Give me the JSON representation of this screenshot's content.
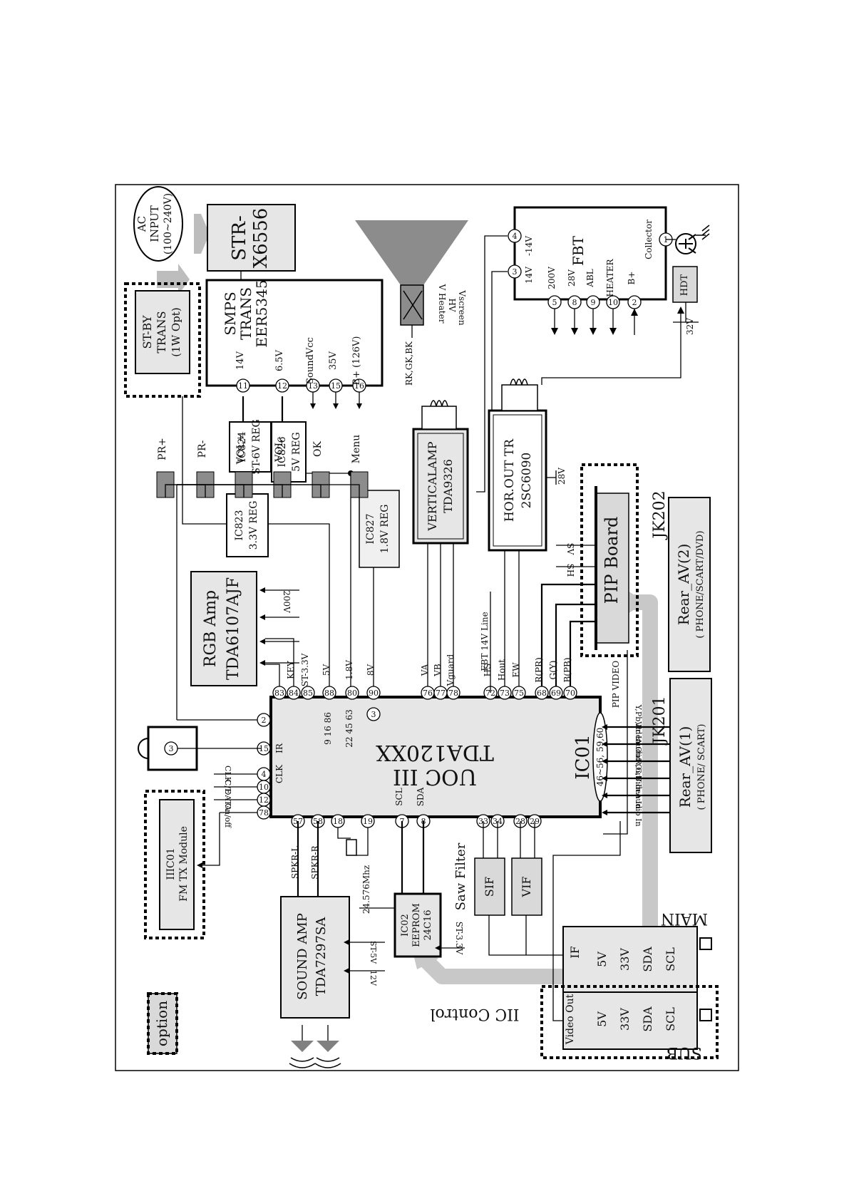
{
  "ac_input": {
    "line1": "AC",
    "line2": "INPUT",
    "line3": "(100~240V)"
  },
  "stby_trans": {
    "line1": "ST-BY",
    "line2": "TRANS",
    "line3": "(1W Opt)"
  },
  "str": {
    "line1": "STR-",
    "line2": "X6556"
  },
  "smps": {
    "line1": "SMPS",
    "line2": "TRANS",
    "line3": "EER5345",
    "outputs": [
      {
        "pin": "11",
        "label": "14V"
      },
      {
        "pin": "12",
        "label": "6.5V"
      },
      {
        "pin": "13",
        "label": "SoundVcc"
      },
      {
        "pin": "15",
        "label": "35V"
      },
      {
        "pin": "16",
        "label": "B+ (126V)"
      }
    ]
  },
  "crt": {
    "label_heater": "V Heater",
    "label_hv": "HV",
    "label_vscreen": "Vscreen",
    "label_rgb": "RK,GK,BK"
  },
  "fbt": {
    "title": "FBT",
    "pin4": "4",
    "lbl4": "-14V",
    "pin3": "3",
    "lbl3": "14V",
    "collector": "Collector",
    "pin1": "1",
    "pins": [
      {
        "pin": "5",
        "label": "200V"
      },
      {
        "pin": "8",
        "label": "28V"
      },
      {
        "pin": "9",
        "label": "ABL"
      },
      {
        "pin": "10",
        "label": "HEATER"
      },
      {
        "pin": "2",
        "label": "B+"
      }
    ]
  },
  "hdt": {
    "label": "HDT",
    "v32": "32V"
  },
  "regs": {
    "ic824_a": "IC824",
    "ic824_b": "ST-6V REG",
    "ic826_a": "IC826",
    "ic826_b": "5V REG",
    "ic823_a": "IC823",
    "ic823_b": "3.3V REG",
    "ic827_a": "IC827",
    "ic827_b": "1.8V REG"
  },
  "vert": {
    "line1": "VERTICALAMP",
    "line2": "TDA9326"
  },
  "hor": {
    "line1": "HOR.OUT TR",
    "line2": "2SC6090",
    "v28": "28V"
  },
  "keys": [
    "PR+",
    "PR-",
    "VOL+",
    "VOL-",
    "OK",
    "Menu"
  ],
  "rgb": {
    "line1": "RGB Amp",
    "line2": "TDA6107AJF",
    "v200": "200V"
  },
  "pip": {
    "label": "PIP Board",
    "sv": "SV",
    "sh": "SH",
    "pip_video": "PIP VIDEO"
  },
  "uoc": {
    "line1": "UOC III",
    "line2": "TDA120XX",
    "ic01": "IC01"
  },
  "uoc_top_pins": [
    {
      "pin": "83",
      "label": ""
    },
    {
      "pin": "84",
      "label": "KEY"
    },
    {
      "pin": "85",
      "label": "ST-3.3V"
    },
    {
      "pin": "88",
      "label": "5V"
    },
    {
      "pin": "80",
      "label": "1.8V"
    },
    {
      "pin": "90",
      "label": "8V"
    },
    {
      "pin": "76",
      "label": "VA"
    },
    {
      "pin": "77",
      "label": "VB"
    },
    {
      "pin": "78",
      "label": "Vguard"
    },
    {
      "pin": "72",
      "label": "HS"
    },
    {
      "pin": "73",
      "label": "Hout"
    },
    {
      "pin": "75",
      "label": "EW"
    },
    {
      "pin": "68",
      "label": "R(PR)"
    },
    {
      "pin": "69",
      "label": "G(Y)"
    },
    {
      "pin": "70",
      "label": "B(PB)"
    }
  ],
  "uoc_extra": {
    "fbt14v": "FBT 14V Line",
    "g1": "9 16 86",
    "g2": "22 45 63",
    "g3": "3"
  },
  "uoc_left": {
    "p2": "2",
    "p15": "15",
    "ir": "IR",
    "p3": "3",
    "p4": "4",
    "clk": "CLK",
    "p10": "10",
    "ce": "C/E",
    "p12": "12",
    "data": "DATA",
    "p78": "78",
    "onoff": "On/off"
  },
  "uoc_bottom": {
    "p57": "57",
    "p58": "58",
    "spkrl": "SPKR-L",
    "spkrr": "SPKR-R",
    "p18": "18",
    "p19": "19",
    "xtal": "24.576Mhz",
    "p7": "7",
    "scl": "SCL",
    "p8": "8",
    "sda": "SDA",
    "p33": "33",
    "p34": "34",
    "p28": "28",
    "p29": "29",
    "pins_46": "46~56, 59,60"
  },
  "av_signals": [
    "Y,Pb,Pr In",
    "Video Out",
    "Audio Out",
    "R,G,B In",
    "Video In",
    "Audio In"
  ],
  "jk201": {
    "name": "JK201",
    "line1": "Rear_AV(1)",
    "line2": "( PHONE/ SCART)"
  },
  "jk202": {
    "name": "JK202",
    "line1": "Rear_AV(2)",
    "line2": "( PHONE/SCART/DVD)"
  },
  "fm": {
    "line1": "IIIC01",
    "line2": "FM TX Module"
  },
  "sound": {
    "line1": "SOUND AMP",
    "line2": "TDA7297SA",
    "st5v": "ST-5V",
    "v12": "12V"
  },
  "eeprom": {
    "line1": "IC02",
    "line2": "EEPROM",
    "line3": "24C16",
    "st33": "ST-3.3V"
  },
  "saw": {
    "label": "Saw Filter",
    "sif": "SIF",
    "vif": "VIF"
  },
  "main_tuner": {
    "title": "MAIN",
    "items": [
      "IF",
      "5V",
      "33V",
      "SDA",
      "SCL"
    ]
  },
  "sub_tuner": {
    "title": "SUB",
    "items": [
      "Video Out",
      "5V",
      "33V",
      "SDA",
      "SCL"
    ]
  },
  "iic": "IIC Control",
  "option": "option"
}
